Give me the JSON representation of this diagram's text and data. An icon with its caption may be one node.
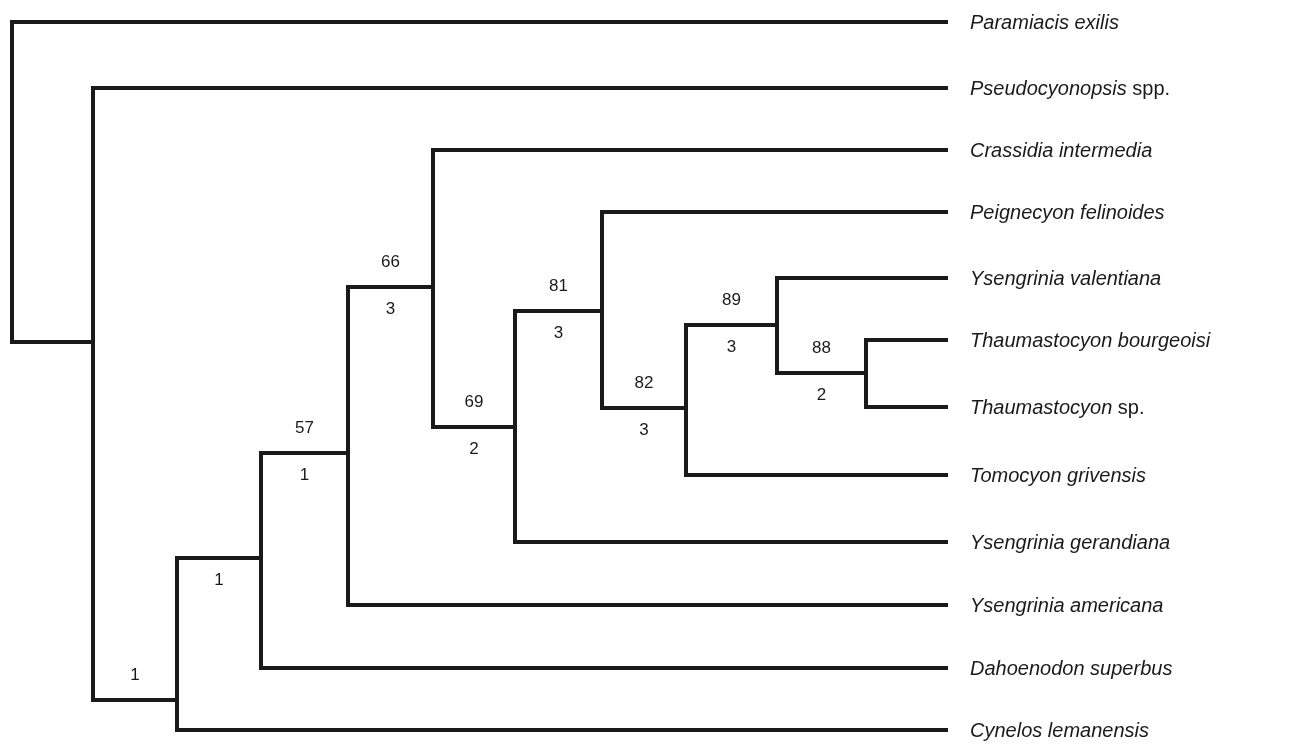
{
  "diagram": {
    "nodes": [
      {
        "text": [],
        "shape": "bar"
      },
      {
        "text": [],
        "shape": "bar"
      },
      {
        "text": [],
        "shape": "bar",
        "beside": [
          "1"
        ]
      },
      {
        "text": [],
        "shape": "bar",
        "beside": [
          "1"
        ]
      },
      {
        "text": [],
        "shape": "bar",
        "beside": [
          "57",
          "1"
        ]
      },
      {
        "text": [],
        "shape": "bar",
        "beside": [
          "66",
          "3"
        ]
      },
      {
        "text": [],
        "shape": "bar",
        "beside": [
          "69",
          "2"
        ]
      },
      {
        "text": [],
        "shape": "bar",
        "beside": [
          "81",
          "3"
        ]
      },
      {
        "text": [],
        "shape": "bar",
        "beside": [
          "82",
          "3"
        ]
      },
      {
        "text": [],
        "shape": "bar",
        "beside": [
          "89",
          "3"
        ]
      },
      {
        "text": [],
        "shape": "bar",
        "beside": [
          "88",
          "2"
        ]
      },
      {
        "text": [
          "Paramiacis exilis"
        ]
      },
      {
        "text": [
          "*Pseudocyonopsis* spp."
        ]
      },
      {
        "text": [
          "Crassidia intermedia"
        ]
      },
      {
        "text": [
          "Peignecyon felinoides"
        ]
      },
      {
        "text": [
          "Ysengrinia valentiana"
        ]
      },
      {
        "text": [
          "Thaumastocyon bourgeoisi"
        ]
      },
      {
        "text": [
          "*Thaumastocyon* sp."
        ]
      },
      {
        "text": [
          "Tomocyon grivensis"
        ]
      },
      {
        "text": [
          "Ysengrinia gerandiana"
        ]
      },
      {
        "text": [
          "Ysengrinia americana"
        ]
      },
      {
        "text": [
          "Dahoenodon superbus"
        ]
      },
      {
        "text": [
          "Cynelos lemanensis"
        ]
      }
    ],
    "edges": [
      {
        "from": 0,
        "to": 11,
        "arrow": "none"
      },
      {
        "from": 0,
        "to": 1,
        "arrow": "none"
      },
      {
        "from": 1,
        "to": 12,
        "arrow": "none"
      },
      {
        "from": 1,
        "to": 2,
        "arrow": "none"
      },
      {
        "from": 2,
        "to": 3,
        "arrow": "none"
      },
      {
        "from": 2,
        "to": 22,
        "arrow": "none"
      },
      {
        "from": 3,
        "to": 4,
        "arrow": "none"
      },
      {
        "from": 3,
        "to": 21,
        "arrow": "none"
      },
      {
        "from": 4,
        "to": 5,
        "arrow": "none"
      },
      {
        "from": 4,
        "to": 20,
        "arrow": "none"
      },
      {
        "from": 5,
        "to": 13,
        "arrow": "none"
      },
      {
        "from": 5,
        "to": 6,
        "arrow": "none"
      },
      {
        "from": 6,
        "to": 7,
        "arrow": "none"
      },
      {
        "from": 6,
        "to": 19,
        "arrow": "none"
      },
      {
        "from": 7,
        "to": 14,
        "arrow": "none"
      },
      {
        "from": 7,
        "to": 8,
        "arrow": "none"
      },
      {
        "from": 8,
        "to": 9,
        "arrow": "none"
      },
      {
        "from": 8,
        "to": 18,
        "arrow": "none"
      },
      {
        "from": 9,
        "to": 15,
        "arrow": "none"
      },
      {
        "from": 9,
        "to": 10,
        "arrow": "none"
      },
      {
        "from": 10,
        "to": 16,
        "arrow": "none"
      },
      {
        "from": 10,
        "to": 17,
        "arrow": "none"
      }
    ]
  }
}
